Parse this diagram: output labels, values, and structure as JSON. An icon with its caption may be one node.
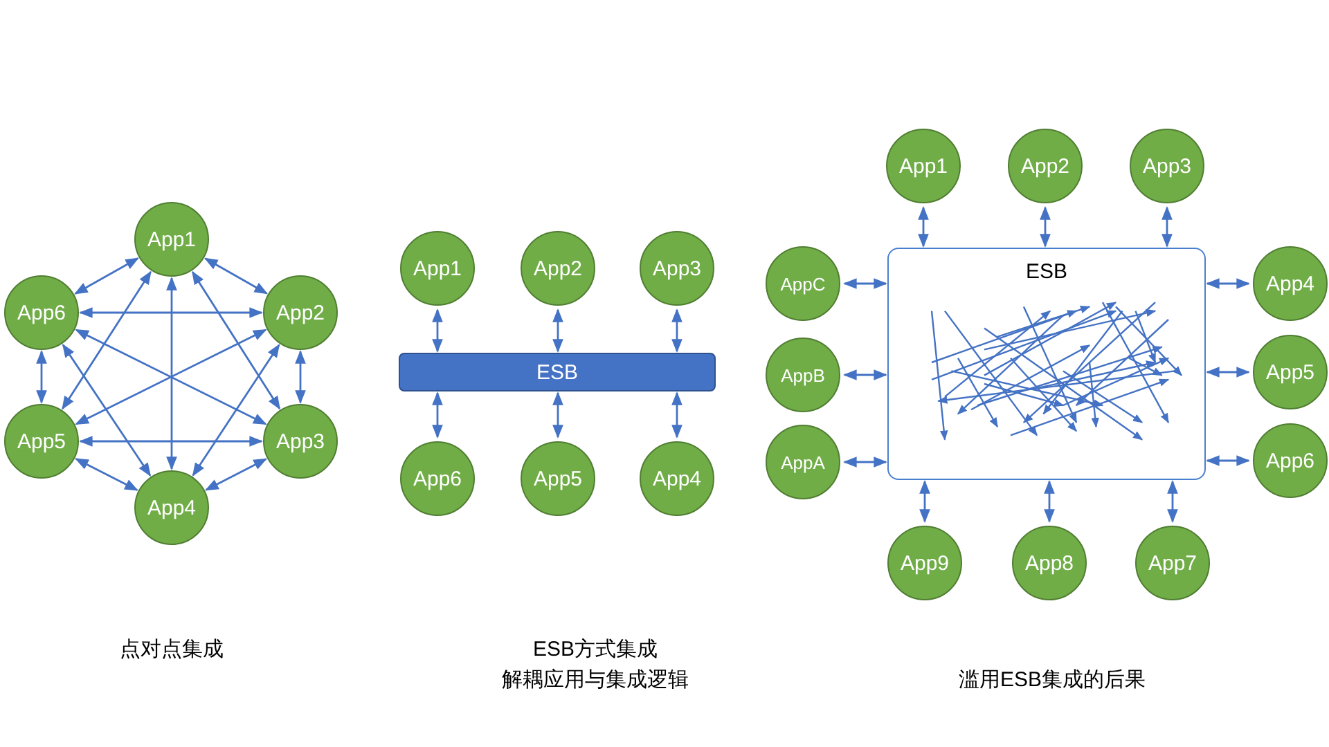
{
  "diagram": {
    "nodes": [
      {
        "text": [
          "App1"
        ]
      },
      {
        "text": [
          "App2"
        ]
      },
      {
        "text": [
          "App3"
        ]
      },
      {
        "text": [
          "App4"
        ]
      },
      {
        "text": [
          "App5"
        ]
      },
      {
        "text": [
          "App6"
        ]
      },
      {
        "text": [
          "App1"
        ]
      },
      {
        "text": [
          "App2"
        ]
      },
      {
        "text": [
          "App3"
        ]
      },
      {
        "text": [
          "ESB"
        ]
      },
      {
        "text": [
          "App6"
        ]
      },
      {
        "text": [
          "App5"
        ]
      },
      {
        "text": [
          "App4"
        ]
      },
      {
        "text": [
          "App1"
        ]
      },
      {
        "text": [
          "App2"
        ]
      },
      {
        "text": [
          "App3"
        ]
      },
      {
        "text": [
          "AppC"
        ]
      },
      {
        "text": [
          "ESB"
        ]
      },
      {
        "text": [
          "App4"
        ]
      },
      {
        "text": [
          "AppB"
        ]
      },
      {
        "text": [
          "App5"
        ]
      },
      {
        "text": [
          "AppA"
        ]
      },
      {
        "text": [
          "App6"
        ]
      },
      {
        "text": [
          "App9"
        ]
      },
      {
        "text": [
          "App8"
        ]
      },
      {
        "text": [
          "App7"
        ]
      }
    ],
    "edges": [
      {
        "from": 0,
        "to": 1,
        "arrow": "both"
      },
      {
        "from": 1,
        "to": 2,
        "arrow": "both"
      },
      {
        "from": 2,
        "to": 3,
        "arrow": "both"
      },
      {
        "from": 3,
        "to": 4,
        "arrow": "both"
      },
      {
        "from": 4,
        "to": 5,
        "arrow": "both"
      },
      {
        "from": 5,
        "to": 0,
        "arrow": "both"
      },
      {
        "from": 0,
        "to": 3,
        "arrow": "both"
      },
      {
        "from": 0,
        "to": 2,
        "arrow": "both"
      },
      {
        "from": 0,
        "to": 4,
        "arrow": "both"
      },
      {
        "from": 5,
        "to": 1,
        "arrow": "both"
      },
      {
        "from": 5,
        "to": 2,
        "arrow": "both"
      },
      {
        "from": 5,
        "to": 3,
        "arrow": "both"
      },
      {
        "from": 4,
        "to": 1,
        "arrow": "both"
      },
      {
        "from": 4,
        "to": 2,
        "arrow": "both"
      },
      {
        "from": 1,
        "to": 3,
        "arrow": "both"
      },
      {
        "from": 6,
        "to": 9,
        "arrow": "both"
      },
      {
        "from": 7,
        "to": 9,
        "arrow": "both"
      },
      {
        "from": 8,
        "to": 9,
        "arrow": "both"
      },
      {
        "from": 10,
        "to": 9,
        "arrow": "both"
      },
      {
        "from": 11,
        "to": 9,
        "arrow": "both"
      },
      {
        "from": 12,
        "to": 9,
        "arrow": "both"
      },
      {
        "from": 13,
        "to": 17,
        "arrow": "both"
      },
      {
        "from": 14,
        "to": 17,
        "arrow": "both"
      },
      {
        "from": 15,
        "to": 17,
        "arrow": "both"
      },
      {
        "from": 16,
        "to": 17,
        "arrow": "both"
      },
      {
        "from": 18,
        "to": 17,
        "arrow": "both"
      },
      {
        "from": 19,
        "to": 17,
        "arrow": "both"
      },
      {
        "from": 20,
        "to": 17,
        "arrow": "both"
      },
      {
        "from": 21,
        "to": 17,
        "arrow": "both"
      },
      {
        "from": 22,
        "to": 17,
        "arrow": "both"
      },
      {
        "from": 23,
        "to": 17,
        "arrow": "both"
      },
      {
        "from": 24,
        "to": 17,
        "arrow": "both"
      },
      {
        "from": 25,
        "to": 17,
        "arrow": "both"
      }
    ],
    "labels": [
      "点对点集成",
      "ESB方式集成",
      "解耦应用与集成逻辑",
      "滥用ESB集成的后果"
    ]
  }
}
